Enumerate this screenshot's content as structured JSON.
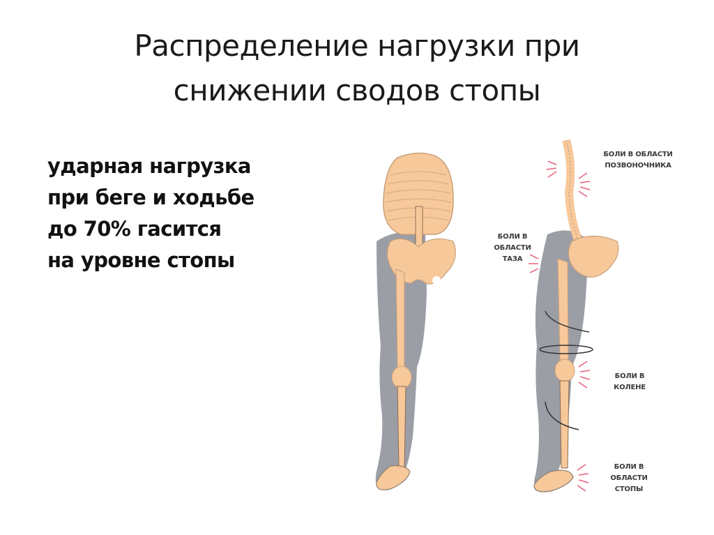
{
  "slide": {
    "title_lines": [
      "Распределение нагрузки при",
      "снижении сводов стопы"
    ],
    "body_lines": [
      "ударная нагрузка",
      "при беге и ходьбе",
      "до 70% гасится",
      "на уровне стопы"
    ]
  },
  "figure": {
    "left_skeleton": "normal-arch-skeleton",
    "right_skeleton": "flat-foot-skeleton",
    "labels": {
      "spine": [
        "БОЛИ В ОБЛАСТИ",
        "ПОЗВОНОЧНИКА"
      ],
      "pelvis": [
        "БОЛИ В",
        "ОБЛАСТИ",
        "ТАЗА"
      ],
      "knee": [
        "БОЛИ В",
        "КОЛЕНЕ"
      ],
      "foot": [
        "БОЛИ В",
        "ОБЛАСТИ",
        "СТОПЫ"
      ]
    },
    "colors": {
      "bone": "#f7c89a",
      "bone_outline": "#c9a07a",
      "soft_tissue": "#9c9ea6",
      "pain_marks": "#e8607a",
      "arrows": "#333333",
      "label_text": "#3a3a3a"
    }
  }
}
